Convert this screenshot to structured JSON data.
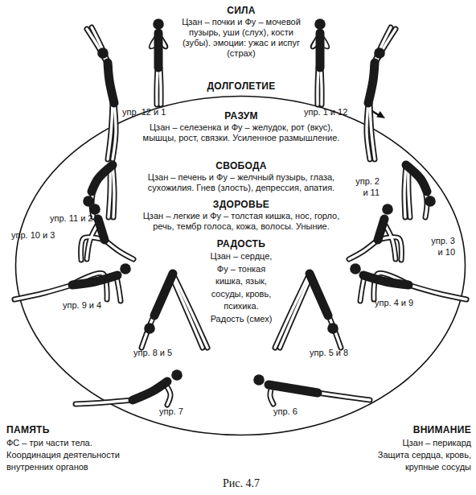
{
  "diagram": {
    "caption": "Рис. 4.7",
    "nodes": [
      {
        "text": [
          "ДОЛГОЛЕТИЕ",
          "РАЗУМ",
          "Цзан – селезенка и Фу – желудок, рот (вкус), мышцы, рост, связки. Усиленное размышление.",
          "СВОБОДА",
          "Цзан – печень и Фу – желчный пузырь, глаза, сухожилия. Гнев (злость), депрессия, апатия.",
          "ЗДОРОВЬЕ",
          "Цзан – легкие и Фу – толстая кишка, нос, горло, речь, тембр голоса, кожа, волосы. Уныние.",
          "РАДОСТЬ",
          "Цзан – сердце, Фу – тонкая кишка, язык, сосуды, кровь, психика. Радость (смех)"
        ]
      }
    ],
    "labels": [
      "СИЛА",
      "Цзан – почки и Фу – мочевой пузырь, уши (слух), кости (зубы). эмоции: ужас и испуг (страх)",
      "упр. 12 и 1",
      "упр. 1 и 12",
      "упр. 11 и 2",
      "упр. 2 и 11",
      "упр. 10 и 3",
      "упр. 3 и 10",
      "упр. 9 и 4",
      "упр. 4 и 9",
      "упр. 8 и 5",
      "упр. 5 и 8",
      "упр. 7",
      "упр. 6",
      "ПАМЯТЬ",
      "ФС – три части тела. Координация деятельности внутренних органов",
      "ВНИМАНИЕ",
      "Цзан – перикард Защита сердца, кровь, крупные сосуды"
    ]
  }
}
